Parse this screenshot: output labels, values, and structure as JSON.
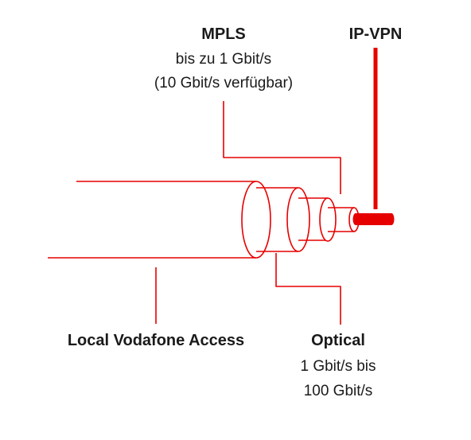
{
  "colors": {
    "accent": "#e60000",
    "text": "#1a1a1a",
    "background": "#ffffff"
  },
  "labels": {
    "mpls": {
      "title": "MPLS",
      "line1": "bis zu 1 Gbit/s",
      "line2": "(10 Gbit/s verfügbar)"
    },
    "ipvpn": {
      "title": "IP-VPN"
    },
    "local_access": {
      "title": "Local Vodafone Access"
    },
    "optical": {
      "title": "Optical",
      "line1": "1 Gbit/s bis",
      "line2": "100 Gbit/s"
    }
  }
}
